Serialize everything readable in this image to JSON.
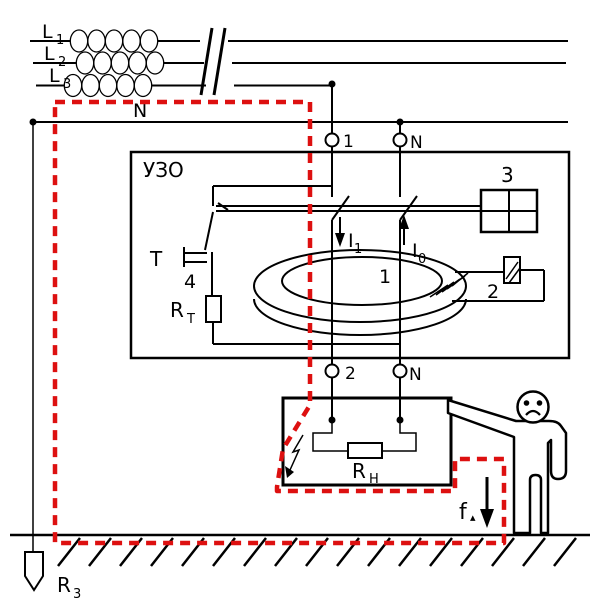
{
  "labels": {
    "phase1": {
      "base": "L",
      "sub": "1"
    },
    "phase2": {
      "base": "L",
      "sub": "2"
    },
    "phase3": {
      "base": "L",
      "sub": "3"
    },
    "neutral_line": "N",
    "terminal_in_phase": "1",
    "terminal_in_neutral": "N",
    "device": "УЗО",
    "test_button": "T",
    "test_contact": "4",
    "test_resistor": {
      "base": "R",
      "sub": "T"
    },
    "current_phase": {
      "base": "I",
      "sub": "1"
    },
    "current_neutral": {
      "base": "I",
      "sub": "0"
    },
    "toroid_core": "1",
    "trip_relay": "2",
    "actuator_unit": "3",
    "terminal_out_phase": "2",
    "terminal_out_neutral": "N",
    "load_resistor": {
      "base": "R",
      "sub": "H"
    },
    "fault_current": {
      "base": "f",
      "sub": "▴"
    },
    "ground_resistance": {
      "base": "R",
      "sub": "3"
    }
  },
  "colors": {
    "line": "#000000",
    "fault_path": "#dd1010",
    "background": "#ffffff"
  }
}
